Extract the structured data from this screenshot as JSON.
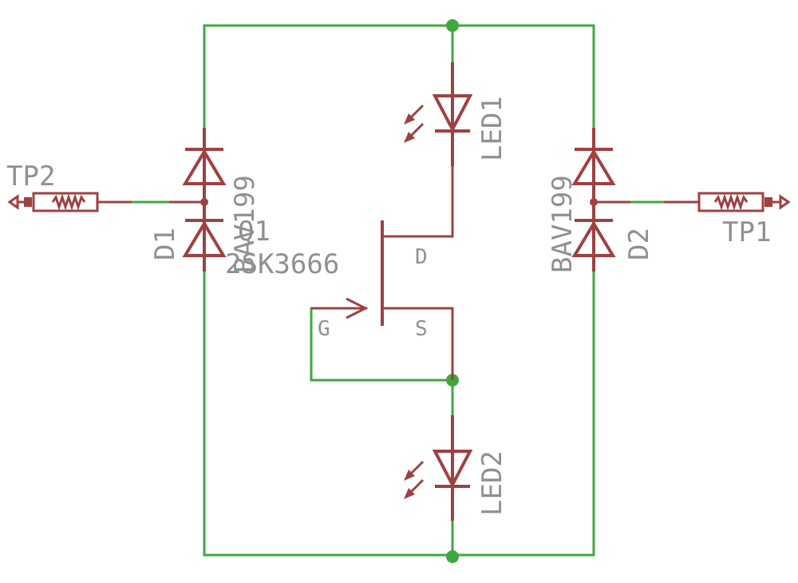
{
  "labels": {
    "tp2": "TP2",
    "tp1": "TP1",
    "d1_name": "D1",
    "d1_value": "BAV199",
    "d2_name": "D2",
    "d2_value": "BAV199",
    "q1_name": "Q1",
    "q1_value": "2SK3666",
    "led1": "LED1",
    "led2": "LED2",
    "pin_d": "D",
    "pin_g": "G",
    "pin_s": "S"
  },
  "colors": {
    "wire": "#3ea83e",
    "symbol": "#a04040",
    "text": "#909090"
  },
  "icons": {
    "resistor": "resistor-icon",
    "diode": "diode-icon",
    "led": "led-icon",
    "mosfet": "mosfet-icon",
    "test_point": "test-point-icon"
  }
}
